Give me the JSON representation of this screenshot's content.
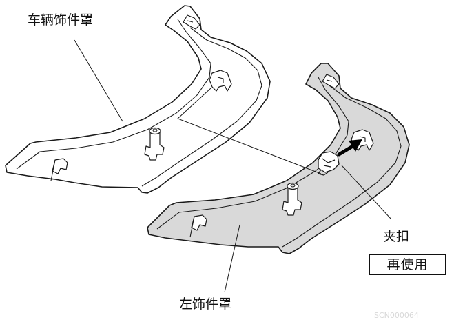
{
  "labels": {
    "vehicle_trim_cover": "车辆饰件罩",
    "left_trim_cover": "左饰件罩",
    "clip": "夹扣",
    "reuse": "再使用"
  },
  "figure_code": "SCN000064",
  "colors": {
    "line": "#1a1a1a",
    "left_cover_fill": "#d9d9d9",
    "vehicle_cover_fill": "#ffffff",
    "arrow": "#000000"
  }
}
